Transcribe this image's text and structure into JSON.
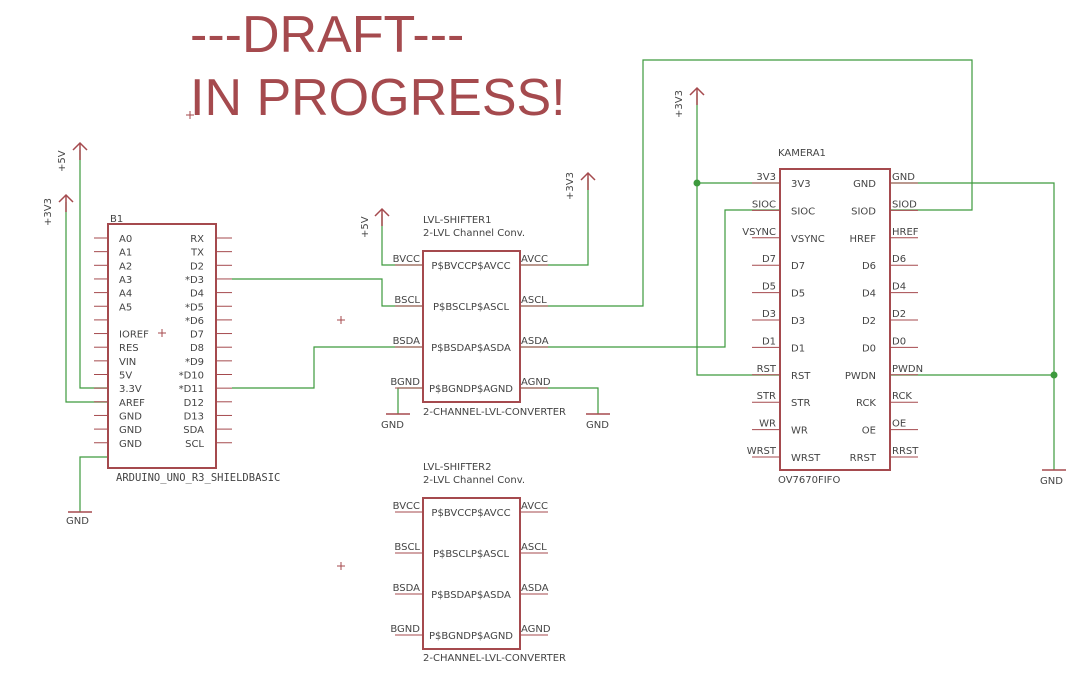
{
  "draft": {
    "line1": "---DRAFT---",
    "line2": "IN PROGRESS!"
  },
  "supplies": {
    "v5": "+5V",
    "v3": "+3V3",
    "gnd": "GND"
  },
  "arduino": {
    "name": "B1",
    "value": "ARDUINO_UNO_R3_SHIELDBASIC",
    "left": [
      "A0",
      "A1",
      "A2",
      "A3",
      "A4",
      "A5",
      "",
      "IOREF",
      "RES",
      "VIN",
      "5V",
      "3.3V",
      "AREF",
      "GND",
      "GND",
      "GND"
    ],
    "right": [
      "RX",
      "TX",
      "D2",
      "*D3",
      "D4",
      "*D5",
      "*D6",
      "D7",
      "D8",
      "*D9",
      "*D10",
      "*D11",
      "D12",
      "D13",
      "SDA",
      "SCL"
    ]
  },
  "shifter1": {
    "name": "LVL-SHIFTER1",
    "desc": "2-LVL Channel Conv.",
    "value": "2-CHANNEL-LVL-CONVERTER",
    "pins_left": [
      "BVCC",
      "BSCL",
      "BSDA",
      "BGND"
    ],
    "pins_right": [
      "AVCC",
      "ASCL",
      "ASDA",
      "AGND"
    ],
    "inner": [
      "P$BVCCP$AVCC",
      "P$BSCLP$ASCL",
      "P$BSDAP$ASDA",
      "P$BGNDP$AGND"
    ]
  },
  "shifter2": {
    "name": "LVL-SHIFTER2",
    "desc": "2-LVL Channel Conv.",
    "value": "2-CHANNEL-LVL-CONVERTER",
    "pins_left": [
      "BVCC",
      "BSCL",
      "BSDA",
      "BGND"
    ],
    "pins_right": [
      "AVCC",
      "ASCL",
      "ASDA",
      "AGND"
    ],
    "inner": [
      "P$BVCCP$AVCC",
      "P$BSCLP$ASCL",
      "P$BSDAP$ASDA",
      "P$BGNDP$AGND"
    ]
  },
  "camera": {
    "name": "KAMERA1",
    "value": "OV7670FIFO",
    "inner_left": [
      "3V3",
      "SIOC",
      "VSYNC",
      "D7",
      "D5",
      "D3",
      "D1",
      "RST",
      "STR",
      "WR",
      "WRST"
    ],
    "inner_right": [
      "GND",
      "SIOD",
      "HREF",
      "D6",
      "D4",
      "D2",
      "D0",
      "PWDN",
      "RCK",
      "OE",
      "RRST"
    ],
    "net_left": [
      "3V3",
      "SIOC",
      "VSYNC",
      "D7",
      "D5",
      "D3",
      "D1",
      "RST",
      "STR",
      "WR",
      "WRST"
    ],
    "net_right": [
      "GND",
      "SIOD",
      "HREF",
      "D6",
      "D4",
      "D2",
      "D0",
      "PWDN",
      "RCK",
      "OE",
      "RRST"
    ]
  }
}
